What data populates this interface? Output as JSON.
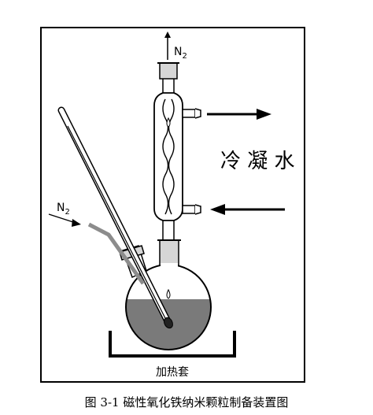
{
  "labels": {
    "n2_top": "N",
    "n2_top_sub": "2",
    "n2_side": "N",
    "n2_side_sub": "2",
    "condenser_water": "冷 凝 水",
    "heating_mantle": "加热套"
  },
  "caption": "图 3-1  磁性氧化铁纳米颗粒制备装置图",
  "colors": {
    "frame": "#000000",
    "liquid": "#7a7a7a",
    "gas_tube": "#8c8c8c",
    "glass": "#ffffff",
    "ground_joint": "#d6d6d6"
  }
}
